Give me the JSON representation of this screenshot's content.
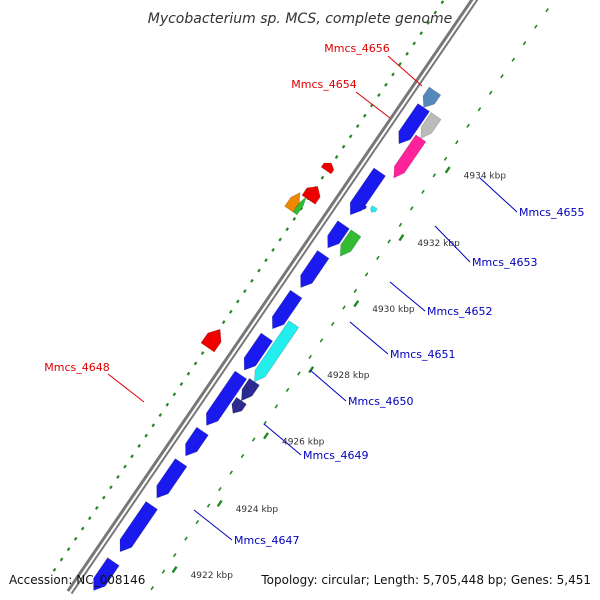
{
  "title": "Mycobacterium sp. MCS, complete genome",
  "footer": {
    "accession": "Accession: NC_008146",
    "summary": "Topology: circular; Length: 5,705,448 bp; Genes: 5,451"
  },
  "colors": {
    "forward_label": "#dd0000",
    "reverse_label": "#0000bb",
    "backbone": "#777777",
    "tick": "#228822",
    "gene_default": "#1a1aee",
    "gene_red": "#ee0000",
    "gene_orange": "#ee8800",
    "gene_green": "#33bb33",
    "gene_cyan": "#22eeee",
    "gene_navy": "#2a2a90",
    "gene_pink": "#ff2299",
    "gene_grey": "#bbbbbb",
    "gene_steel": "#5588bb"
  },
  "scale_ticks": [
    "4922 kbp",
    "4924 kbp",
    "4926 kbp",
    "4928 kbp",
    "4930 kbp",
    "4932 kbp",
    "4934 kbp"
  ],
  "gene_labels": [
    {
      "name": "Mmcs_4656",
      "strand": "forward"
    },
    {
      "name": "Mmcs_4654",
      "strand": "forward"
    },
    {
      "name": "Mmcs_4655",
      "strand": "reverse"
    },
    {
      "name": "Mmcs_4653",
      "strand": "reverse"
    },
    {
      "name": "Mmcs_4652",
      "strand": "reverse"
    },
    {
      "name": "Mmcs_4651",
      "strand": "reverse"
    },
    {
      "name": "Mmcs_4650",
      "strand": "reverse"
    },
    {
      "name": "Mmcs_4648",
      "strand": "forward"
    },
    {
      "name": "Mmcs_4649",
      "strand": "reverse"
    },
    {
      "name": "Mmcs_4647",
      "strand": "reverse"
    }
  ]
}
